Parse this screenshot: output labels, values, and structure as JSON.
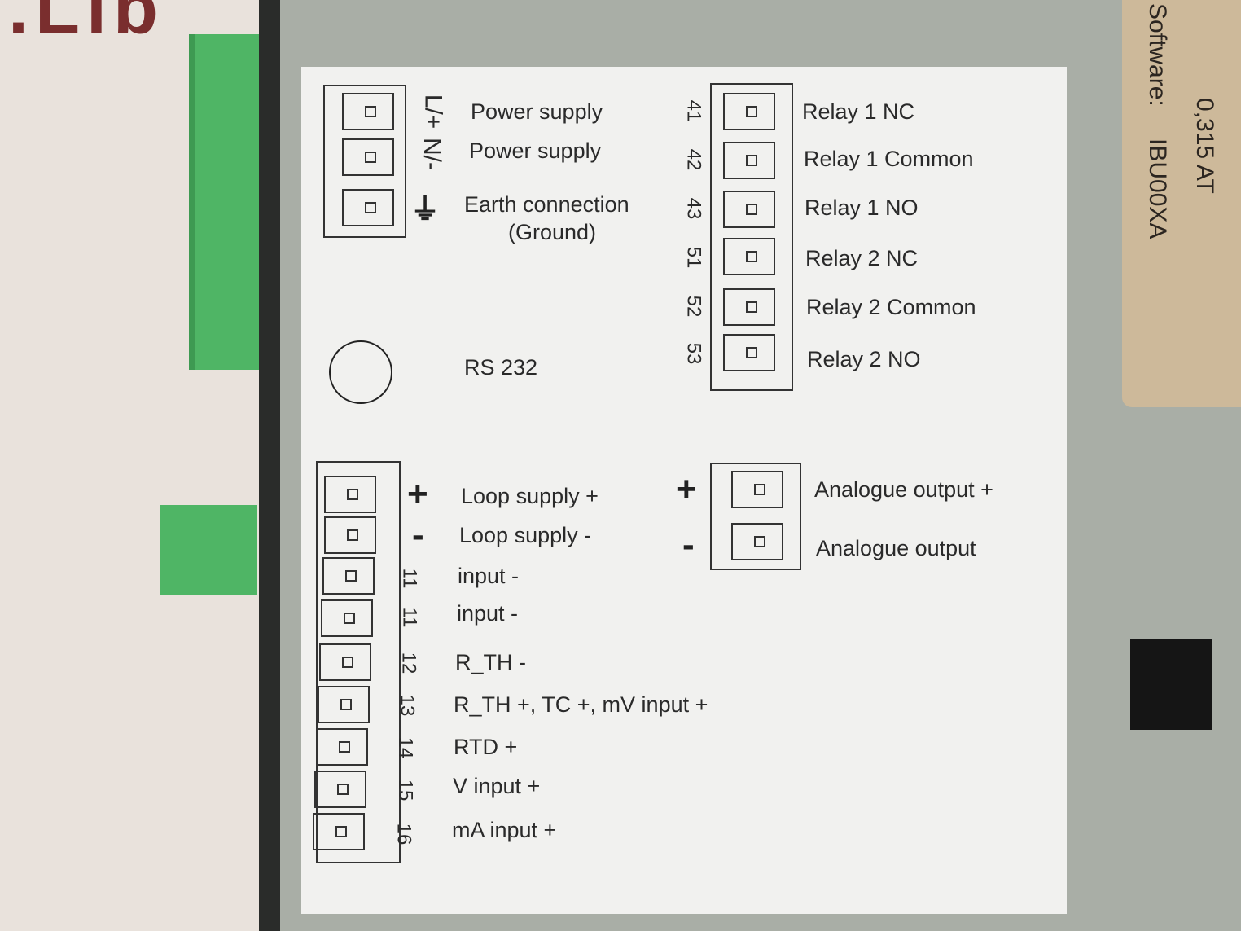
{
  "background_label": {
    "partial_text": ".Lib"
  },
  "side_sticker": {
    "line1": "0,315 AT",
    "software_label": "Software:",
    "software_value": "IBU00XA"
  },
  "power_block": {
    "terminals": [
      {
        "marker": "L/+",
        "label": "Power supply"
      },
      {
        "marker": "N/-",
        "label": "Power supply"
      },
      {
        "marker": "earth-symbol",
        "label": "Earth connection",
        "sublabel": "(Ground)"
      }
    ]
  },
  "rs232": {
    "label": "RS 232"
  },
  "relay_block": {
    "terminals": [
      {
        "number": "41",
        "label": "Relay 1 NC"
      },
      {
        "number": "42",
        "label": "Relay 1 Common"
      },
      {
        "number": "43",
        "label": "Relay 1 NO"
      },
      {
        "number": "51",
        "label": "Relay 2 NC"
      },
      {
        "number": "52",
        "label": "Relay 2 Common"
      },
      {
        "number": "53",
        "label": "Relay 2 NO"
      }
    ]
  },
  "analogue_block": {
    "terminals": [
      {
        "marker": "+",
        "label": "Analogue output +"
      },
      {
        "marker": "-",
        "label": "Analogue output"
      }
    ]
  },
  "input_block": {
    "terminals": [
      {
        "marker": "+",
        "label": "Loop supply +"
      },
      {
        "marker": "-",
        "label": "Loop supply -"
      },
      {
        "marker": "11",
        "label": "input -"
      },
      {
        "marker": "11",
        "label": "input -"
      },
      {
        "marker": "12",
        "label": "R_TH -"
      },
      {
        "marker": "13",
        "label": "R_TH +, TC +, mV input +"
      },
      {
        "marker": "14",
        "label": "RTD +"
      },
      {
        "marker": "15",
        "label": "V input +"
      },
      {
        "marker": "16",
        "label": "mA input +"
      }
    ]
  }
}
